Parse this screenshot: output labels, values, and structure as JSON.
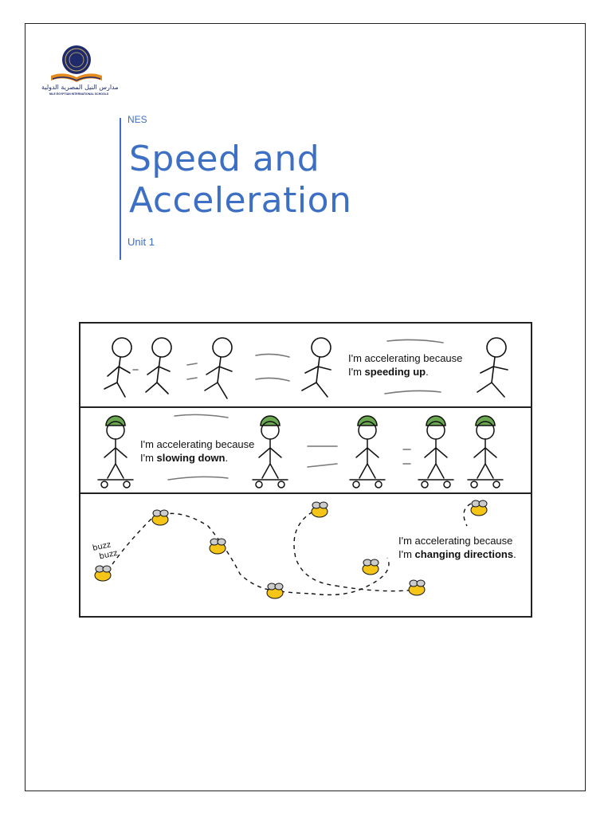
{
  "header": {
    "logo_text_arabic": "مدارس النيل المصرية الدولية",
    "logo_text_english": "NILE EGYPTIAN INTERNATIONAL SCHOOLS",
    "org": "NES",
    "title_line1": "Speed and",
    "title_line2": "Acceleration",
    "subtitle": "Unit 1"
  },
  "figure": {
    "panels": [
      {
        "caption_prefix": "I'm accelerating because",
        "caption_lead": "I'm ",
        "caption_bold": "speeding up",
        "caption_end": "."
      },
      {
        "caption_prefix": "I'm accelerating because",
        "caption_lead": "I'm ",
        "caption_bold": "slowing down",
        "caption_end": "."
      },
      {
        "caption_prefix": "I'm accelerating because",
        "caption_lead": "I'm ",
        "caption_bold": "changing directions",
        "caption_end": ".",
        "buzz_text_1": "buzz",
        "buzz_text_2": "buzz"
      }
    ]
  },
  "colors": {
    "accent": "#3d6fc4",
    "helmet": "#6aa84f",
    "bee_body": "#f5c518"
  }
}
